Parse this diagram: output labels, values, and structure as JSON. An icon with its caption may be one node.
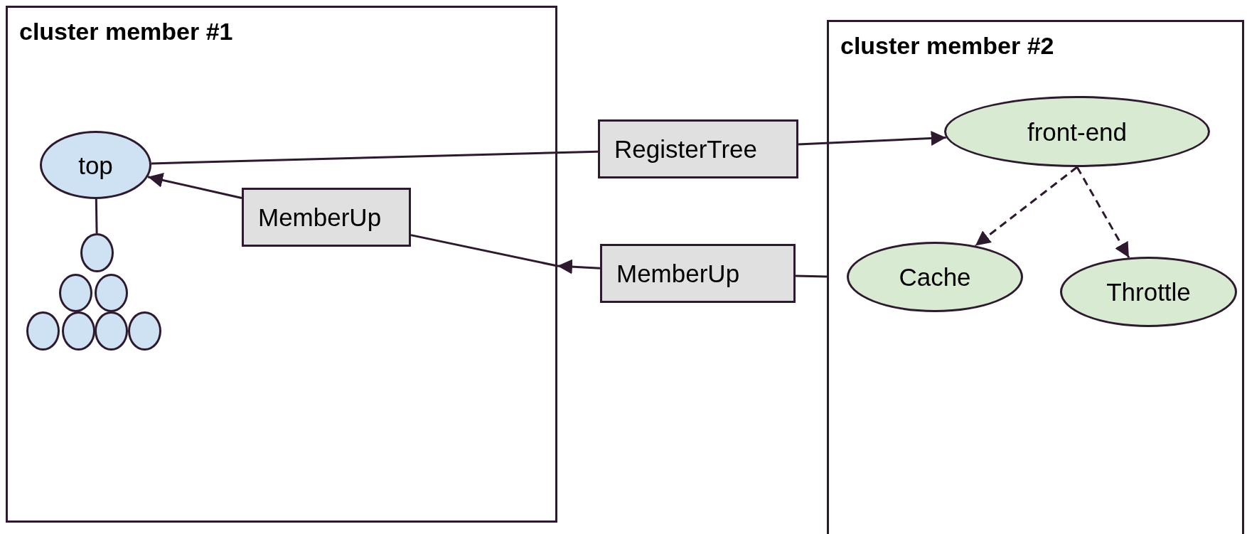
{
  "diagram": {
    "nodes": [
      {
        "text": [
          "cluster member #1"
        ]
      },
      {
        "text": [
          "top"
        ],
        "in": 0
      },
      {
        "text": [],
        "shape": "circle",
        "in": 0
      },
      {
        "text": [],
        "shape": "circle",
        "in": 0
      },
      {
        "text": [],
        "shape": "circle",
        "in": 0
      },
      {
        "text": [],
        "shape": "circle",
        "in": 0
      },
      {
        "text": [],
        "shape": "circle",
        "in": 0
      },
      {
        "text": [],
        "shape": "circle",
        "in": 0
      },
      {
        "text": [],
        "shape": "circle",
        "in": 0
      },
      {
        "text": [
          "MemberUp"
        ],
        "in": 0
      },
      {
        "text": [
          "RegisterTree"
        ]
      },
      {
        "text": [
          "MemberUp"
        ]
      },
      {
        "text": [
          "cluster member #2"
        ]
      },
      {
        "text": [
          "front-end"
        ],
        "in": 12
      },
      {
        "text": [
          "Cache"
        ],
        "in": 12
      },
      {
        "text": [
          "Throttle"
        ],
        "in": 12
      }
    ],
    "edges": [
      {
        "from": 1,
        "to": 10,
        "arrow": "none"
      },
      {
        "from": 10,
        "to": 13,
        "arrow": "to"
      },
      {
        "from": 9,
        "to": 1,
        "arrow": "to"
      },
      {
        "from": 11,
        "to": 0,
        "arrow": "to"
      },
      {
        "from": 9,
        "to": 0,
        "arrow": "none"
      },
      {
        "from": 12,
        "to": 11,
        "arrow": "none"
      },
      {
        "from": 1,
        "to": 2,
        "arrow": "none"
      },
      {
        "from": 13,
        "to": 14,
        "arrow": "to",
        "style": "dashed"
      },
      {
        "from": 13,
        "to": 15,
        "arrow": "to",
        "style": "dashed"
      }
    ]
  }
}
